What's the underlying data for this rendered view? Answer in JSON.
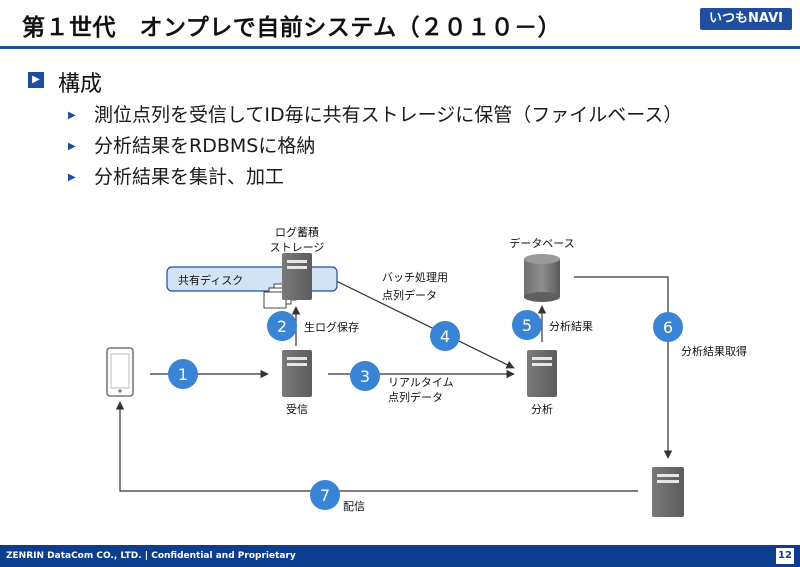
{
  "header": {
    "title": "第１世代　オンプレで自前システム（２０１０－）",
    "brand": "いつもNAVI"
  },
  "section": {
    "heading": "構成",
    "bullets": [
      "測位点列を受信してID毎に共有ストレージに保管（ファイルベース）",
      "分析結果をRDBMSに格納",
      "分析結果を集計、加工"
    ]
  },
  "diagram": {
    "storage_label_1": "ログ蓄積",
    "storage_label_2": "ストレージ",
    "shared_disk": "共有ディスク",
    "database": "データベース",
    "batch_label_1": "バッチ処理用",
    "batch_label_2": "点列データ",
    "raw_log": "生ログ保存",
    "analysis_result": "分析結果",
    "get_analysis": "分析結果取得",
    "realtime_1": "リアルタイム",
    "realtime_2": "点列データ",
    "receive": "受信",
    "analysis": "分析",
    "delivery": "配信",
    "steps": [
      "1",
      "2",
      "3",
      "4",
      "5",
      "6",
      "7"
    ]
  },
  "footer": {
    "company": "ZENRIN DataCom CO., LTD.  |  Confidential and Proprietary",
    "page": "12"
  }
}
